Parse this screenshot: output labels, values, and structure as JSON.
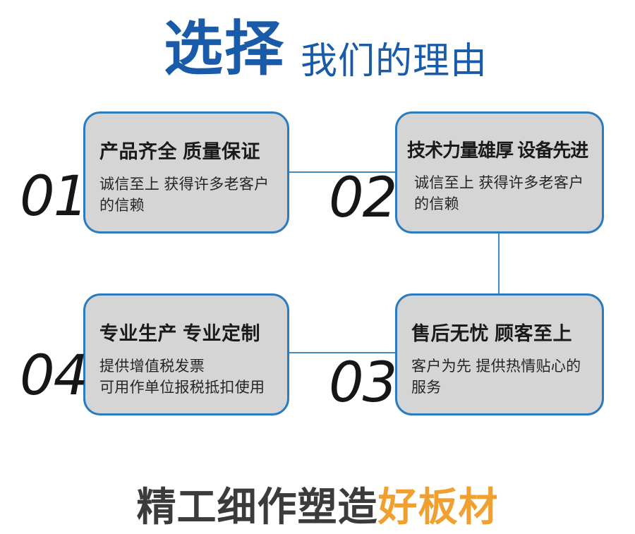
{
  "header": {
    "main": "选择",
    "sub": "我们的理由"
  },
  "cards": [
    {
      "number": "01",
      "title": "产品齐全 质量保证",
      "desc": "诚信至上 获得许多老客户\n的信赖"
    },
    {
      "number": "02",
      "title": "技术力量雄厚 设备先进",
      "desc": "诚信至上 获得许多老客户\n的信赖"
    },
    {
      "number": "03",
      "title": "售后无忧 顾客至上",
      "desc": "客户为先 提供热情贴心的\n服务"
    },
    {
      "number": "04",
      "title": "专业生产 专业定制",
      "desc": "提供增值税发票\n可用作单位报税抵扣使用"
    }
  ],
  "footer": {
    "prefix": "精工细作塑造",
    "highlight": "好板材"
  },
  "colors": {
    "title_blue": "#1a5ba9",
    "card_border_blue": "#2a7cbe",
    "connector_blue": "#4189c7",
    "card_background": "#d5d5d5",
    "footer_dark": "#3b3b3b",
    "footer_orange": "#f0a030"
  }
}
